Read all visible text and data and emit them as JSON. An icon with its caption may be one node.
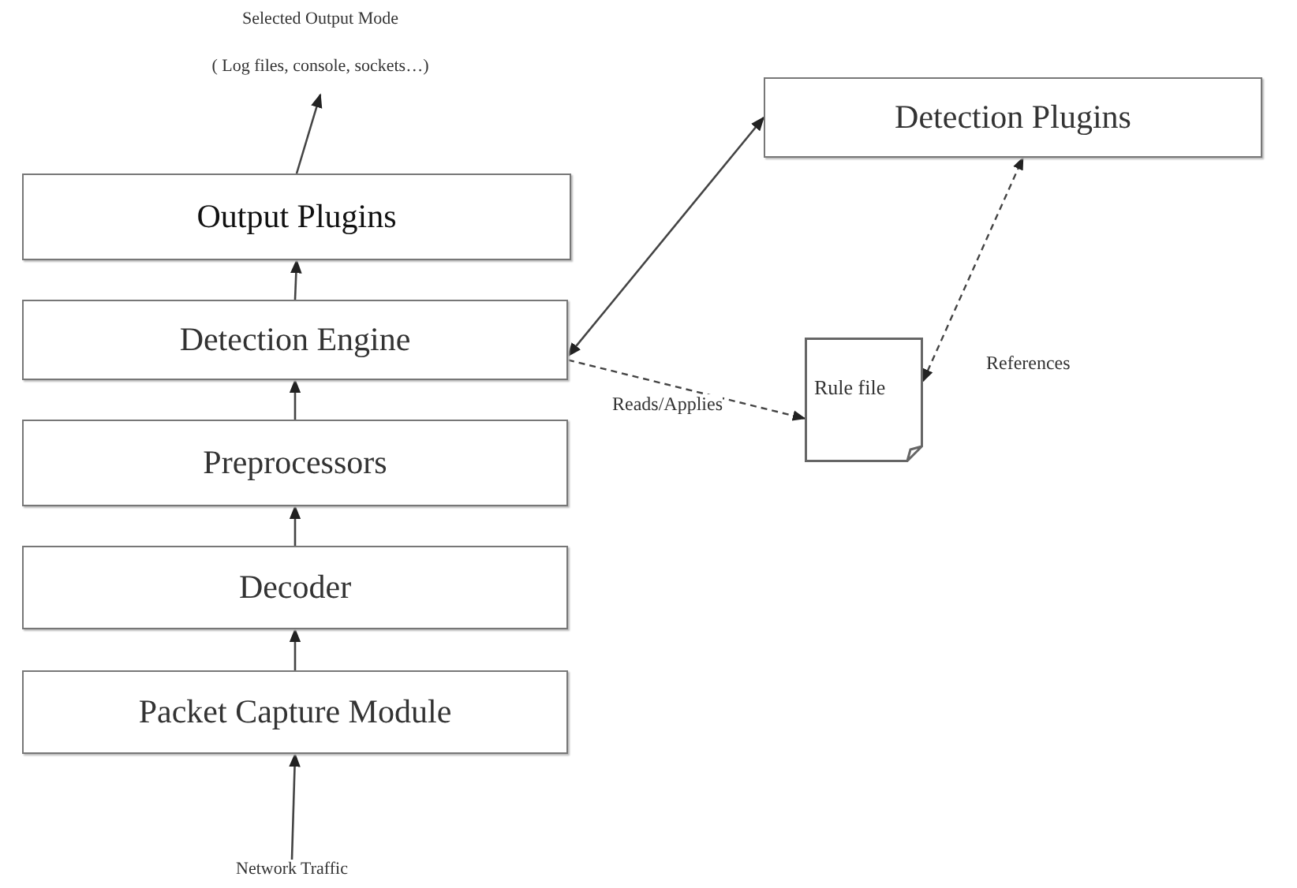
{
  "diagram": {
    "nodes": [
      {
        "text": [
          "Selected Output Mode",
          "( Log files, console, sockets…)"
        ]
      },
      {
        "text": [
          "Output Plugins"
        ]
      },
      {
        "text": [
          "Detection Engine"
        ]
      },
      {
        "text": [
          "Detection Plugins"
        ]
      },
      {
        "text": [
          "Rule file"
        ]
      },
      {
        "text": [
          "Preprocessors"
        ]
      },
      {
        "text": [
          "Decoder"
        ]
      },
      {
        "text": [
          "Packet Capture Module"
        ]
      },
      {
        "text": [
          "Network Traffic"
        ]
      }
    ],
    "edges": [
      {
        "from": 1,
        "to": 0,
        "arrow": "to"
      },
      {
        "from": 2,
        "to": 1,
        "arrow": "to"
      },
      {
        "from": 3,
        "to": 2,
        "arrow": "both"
      },
      {
        "from": 2,
        "to": 4,
        "arrow": "to",
        "label": "Reads/Applies",
        "style": "dashed"
      },
      {
        "from": 4,
        "to": 3,
        "arrow": "both",
        "label": "References",
        "style": "dashed"
      },
      {
        "from": 5,
        "to": 2,
        "arrow": "to"
      },
      {
        "from": 6,
        "to": 5,
        "arrow": "to"
      },
      {
        "from": 7,
        "to": 6,
        "arrow": "to"
      },
      {
        "from": 8,
        "to": 7,
        "arrow": "to"
      }
    ]
  }
}
